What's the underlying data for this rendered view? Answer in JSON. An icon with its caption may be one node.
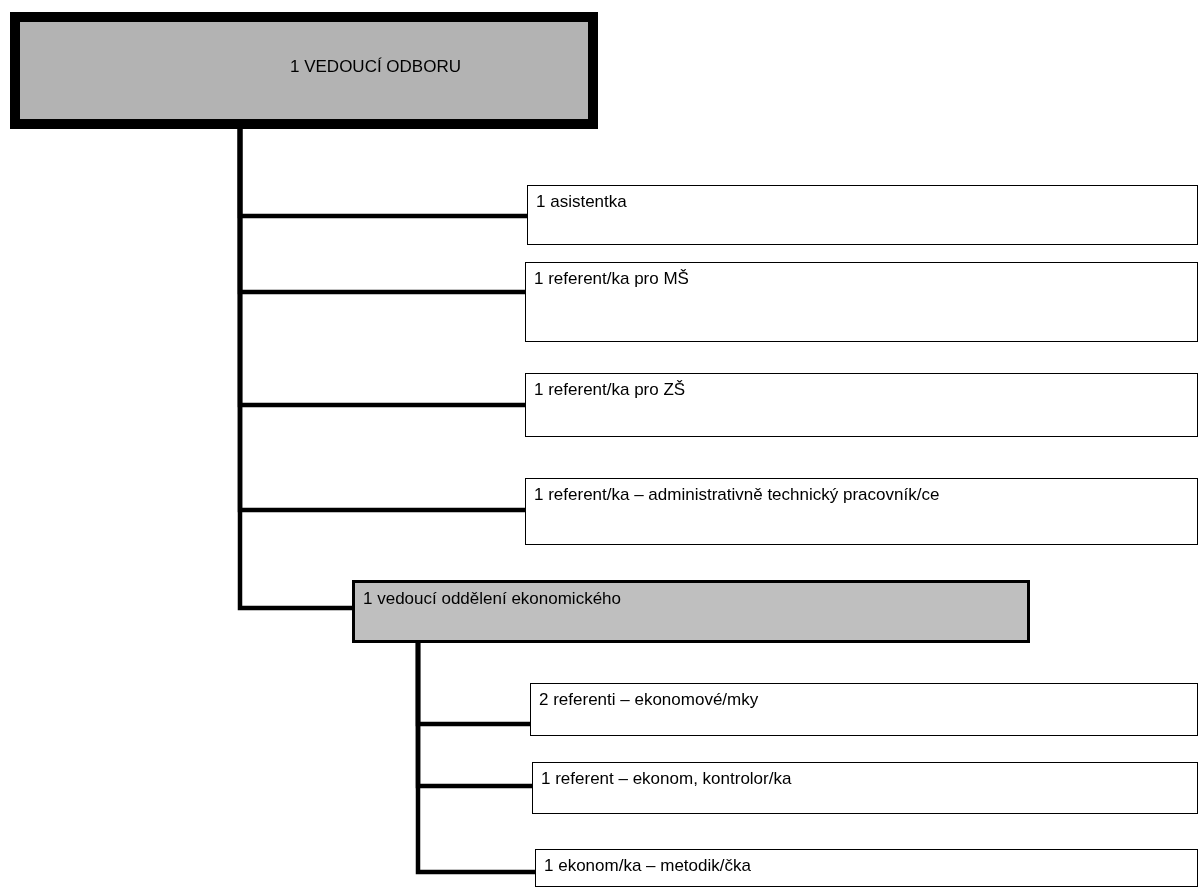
{
  "diagram": {
    "nodes": [
      {
        "text": [
          "1 VEDOUCÍ ODBORU"
        ]
      },
      {
        "text": [
          "1 asistentka"
        ]
      },
      {
        "text": [
          "1 referent/ka pro MŠ"
        ]
      },
      {
        "text": [
          "1 referent/ka pro ZŠ"
        ]
      },
      {
        "text": [
          "1 referent/ka – administrativně technický pracovník/ce"
        ]
      },
      {
        "text": [
          "1 vedoucí oddělení ekonomického"
        ]
      },
      {
        "text": [
          "2 referenti – ekonomové/mky"
        ]
      },
      {
        "text": [
          "1 referent – ekonom, kontrolor/ka"
        ]
      },
      {
        "text": [
          "1 ekonom/ka – metodik/čka"
        ]
      }
    ],
    "edges": [
      {
        "from": 0,
        "to": 1,
        "arrow": "none"
      },
      {
        "from": 0,
        "to": 2,
        "arrow": "none"
      },
      {
        "from": 0,
        "to": 3,
        "arrow": "none"
      },
      {
        "from": 0,
        "to": 4,
        "arrow": "none"
      },
      {
        "from": 0,
        "to": 5,
        "arrow": "none"
      },
      {
        "from": 5,
        "to": 6,
        "arrow": "none"
      },
      {
        "from": 5,
        "to": 7,
        "arrow": "none"
      },
      {
        "from": 5,
        "to": 8,
        "arrow": "none"
      }
    ]
  }
}
